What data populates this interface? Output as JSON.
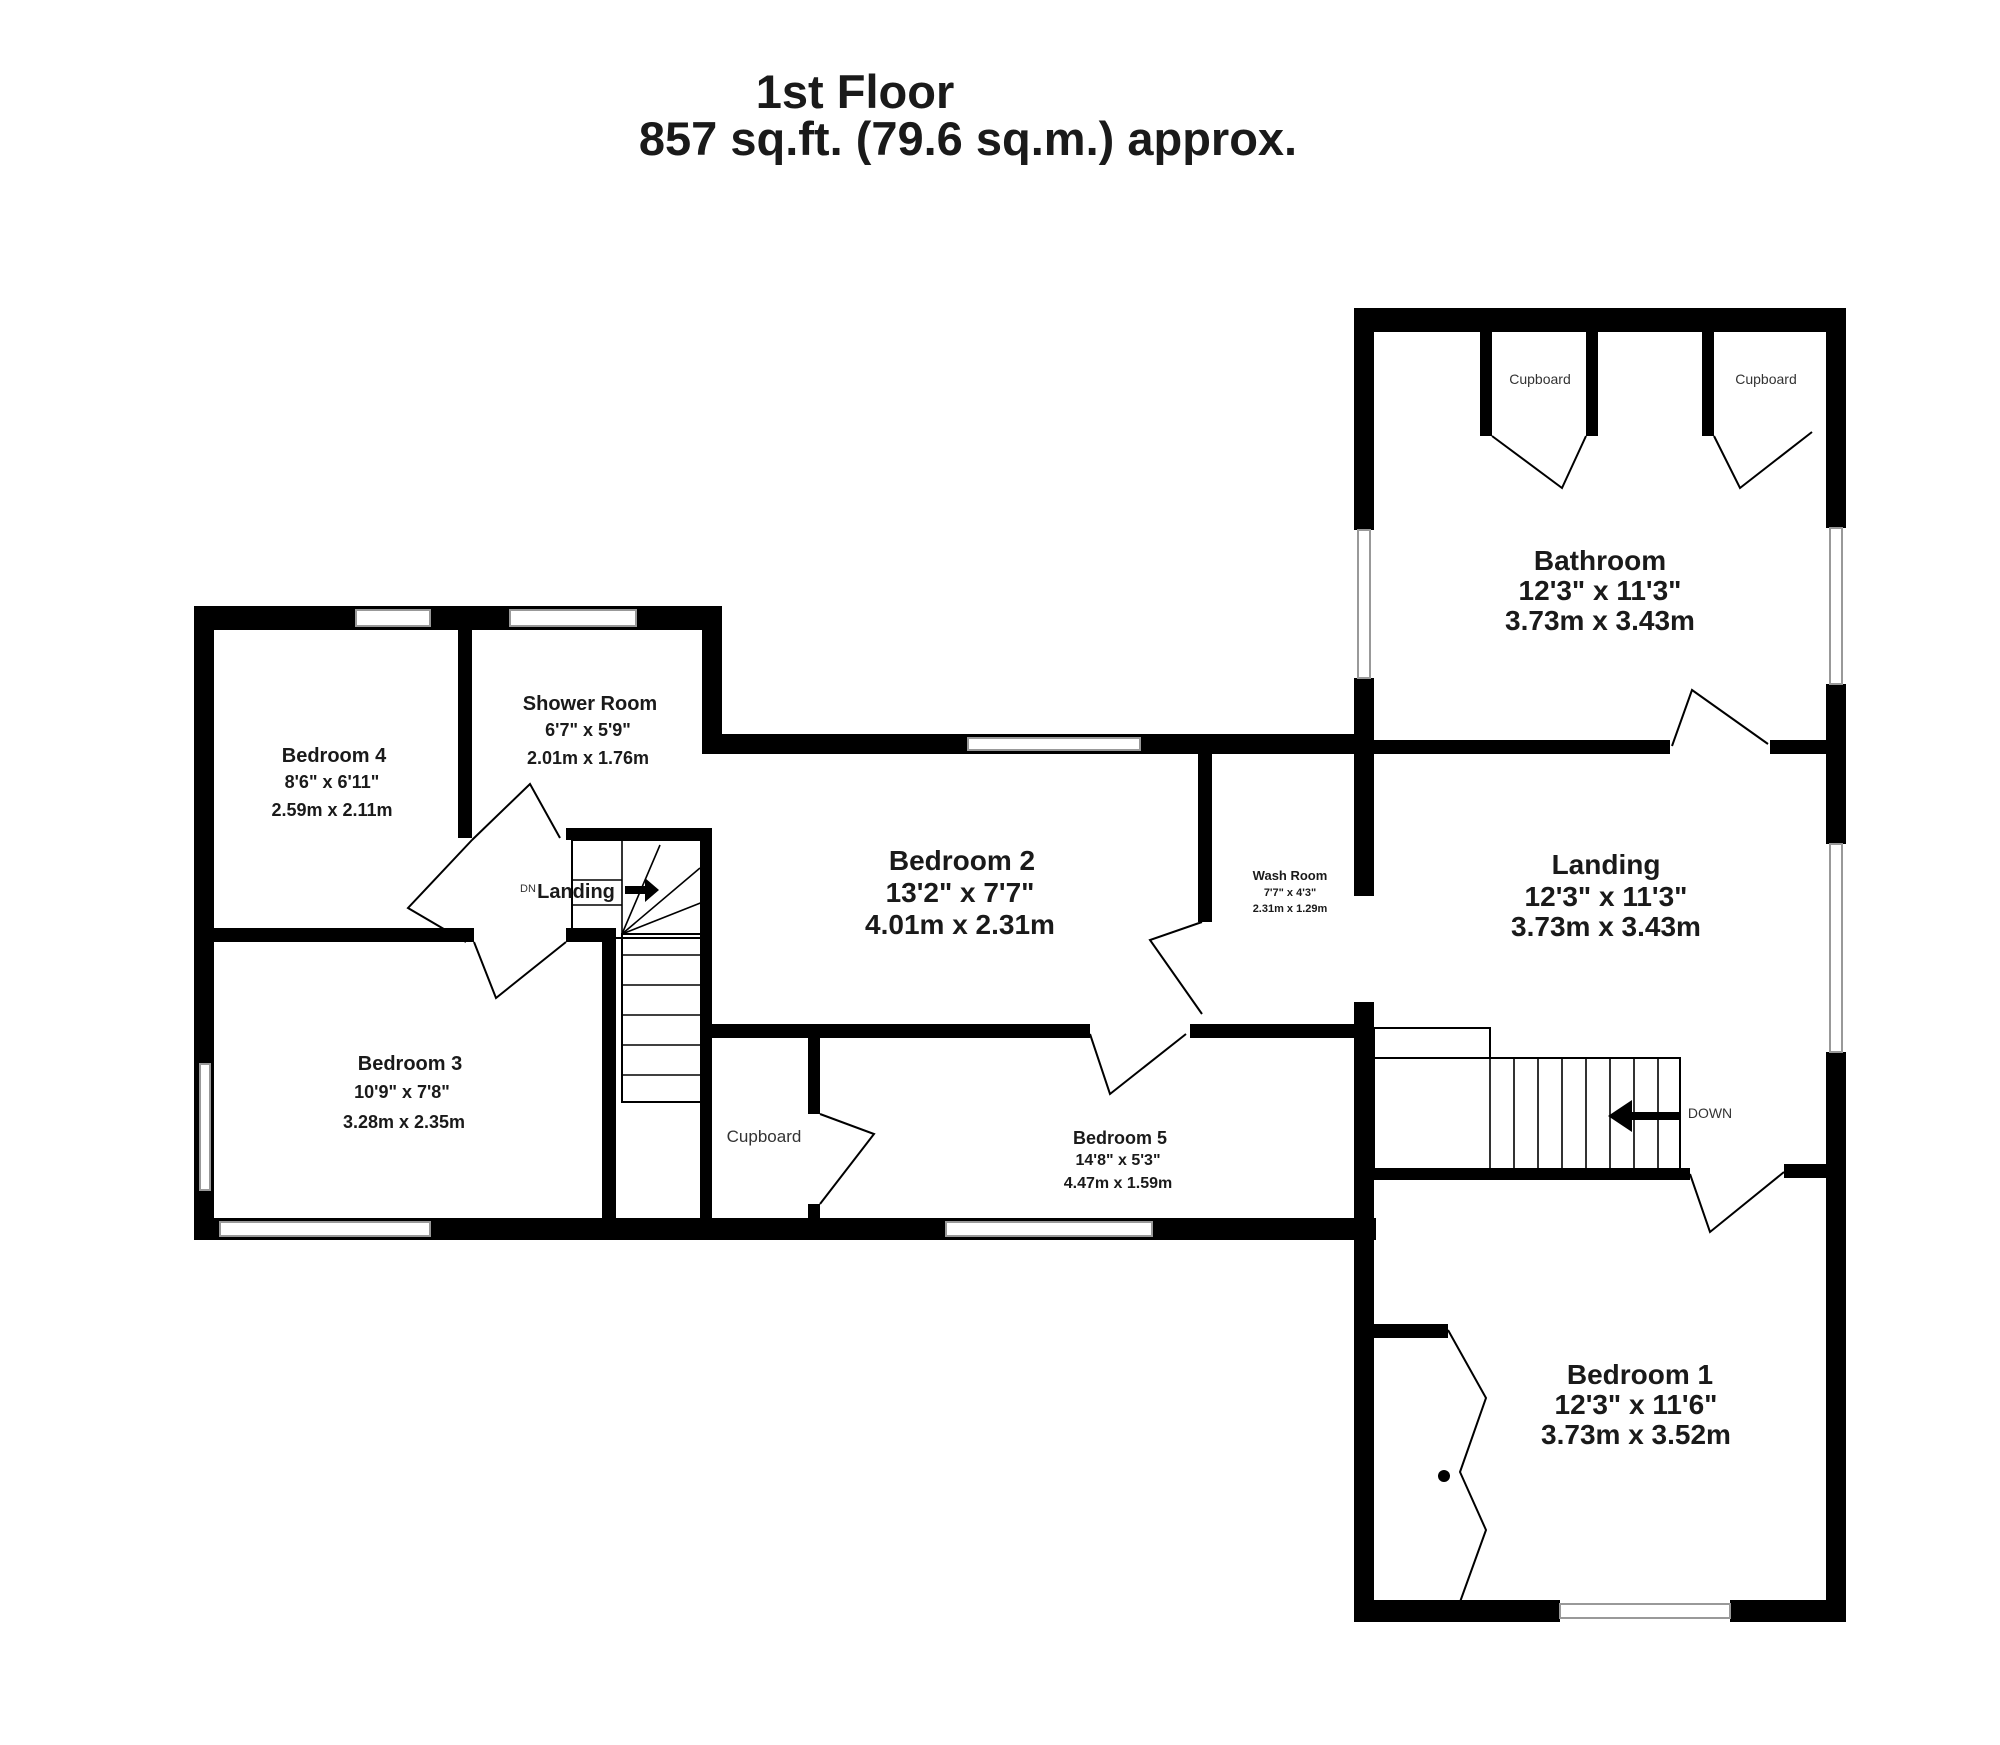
{
  "header": {
    "floor": "1st Floor",
    "area": "857 sq.ft. (79.6 sq.m.) approx."
  },
  "rooms": [
    {
      "name": "Bathroom",
      "imperial": "12'3\"  x 11'3\"",
      "metric": "3.73m  x 3.43m"
    },
    {
      "name": "Shower Room",
      "imperial": "6'7\"  x 5'9\"",
      "metric": "2.01m  x 1.76m"
    },
    {
      "name": "Bedroom 4",
      "imperial": "8'6\"  x 6'11\"",
      "metric": "2.59m  x 2.11m"
    },
    {
      "name": "Bedroom 2",
      "imperial": "13'2\"  x 7'7\"",
      "metric": "4.01m  x 2.31m"
    },
    {
      "name": "Wash Room",
      "imperial": "7'7\"  x 4'3\"",
      "metric": "2.31m  x 1.29m"
    },
    {
      "name": "Landing",
      "imperial": "12'3\"  x 11'3\"",
      "metric": "3.73m  x 3.43m"
    },
    {
      "name": "Bedroom 3",
      "imperial": "10'9\"  x 7'8\"",
      "metric": "3.28m  x 2.35m"
    },
    {
      "name": "Bedroom 5",
      "imperial": "14'8\"  x 5'3\"",
      "metric": "4.47m  x 1.59m"
    },
    {
      "name": "Bedroom 1",
      "imperial": "12'3\"  x 11'6\"",
      "metric": "3.73m  x 3.52m"
    }
  ],
  "labels": {
    "cupboard": "Cupboard",
    "down": "DOWN",
    "landing_small": "Landing",
    "down_small": "DN"
  }
}
